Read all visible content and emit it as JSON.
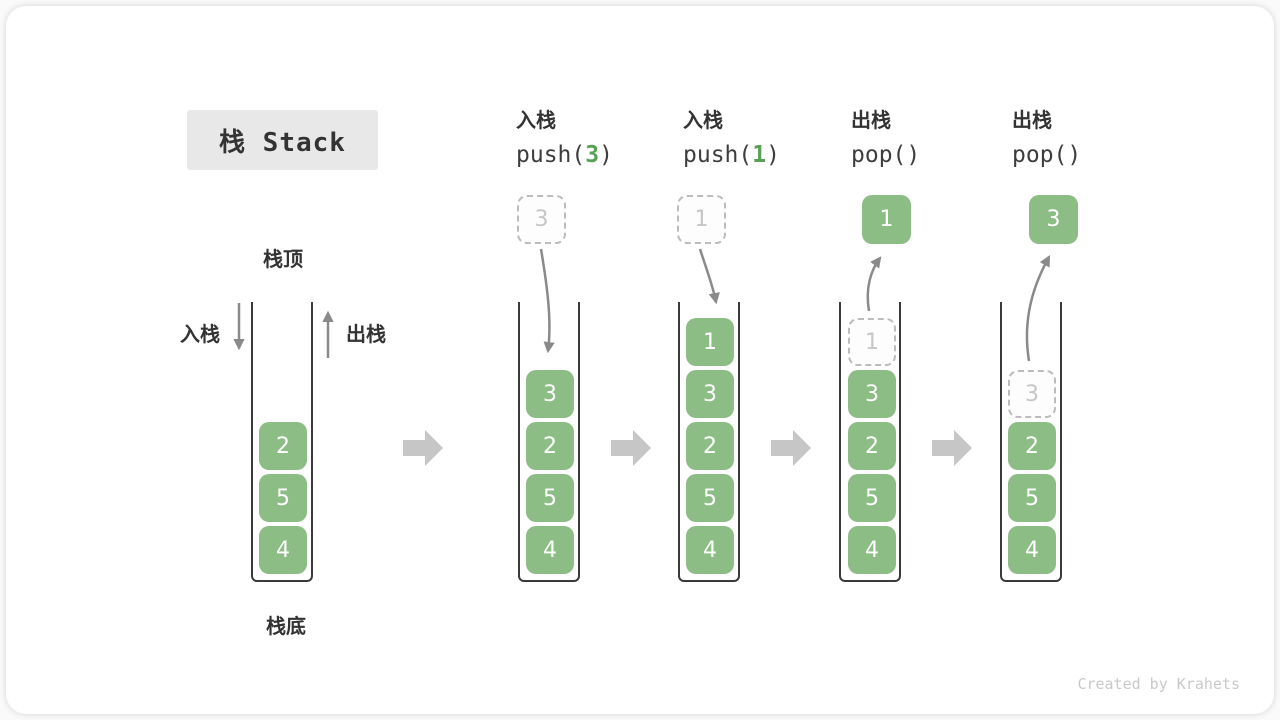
{
  "title": "栈 Stack",
  "watermark": "Created by Krahets",
  "labels": {
    "stack_top": "栈顶",
    "stack_bottom": "栈底",
    "push_side": "入栈",
    "pop_side": "出栈"
  },
  "operations": [
    {
      "name": "入栈",
      "code_prefix": "push(",
      "code_arg": "3",
      "code_suffix": ")"
    },
    {
      "name": "入栈",
      "code_prefix": "push(",
      "code_arg": "1",
      "code_suffix": ")"
    },
    {
      "name": "出栈",
      "code_prefix": "pop(",
      "code_arg": "",
      "code_suffix": ")"
    },
    {
      "name": "出栈",
      "code_prefix": "pop(",
      "code_arg": "",
      "code_suffix": ")"
    }
  ],
  "stacks": [
    {
      "cells": [
        {
          "value": "2"
        },
        {
          "value": "5"
        },
        {
          "value": "4"
        }
      ]
    },
    {
      "cells": [
        {
          "value": "3"
        },
        {
          "value": "2"
        },
        {
          "value": "5"
        },
        {
          "value": "4"
        }
      ]
    },
    {
      "cells": [
        {
          "value": "1"
        },
        {
          "value": "3"
        },
        {
          "value": "2"
        },
        {
          "value": "5"
        },
        {
          "value": "4"
        }
      ]
    },
    {
      "cells": [
        {
          "value": "1",
          "ghost": true
        },
        {
          "value": "3"
        },
        {
          "value": "2"
        },
        {
          "value": "5"
        },
        {
          "value": "4"
        }
      ]
    },
    {
      "cells": [
        {
          "value": "3",
          "ghost": true
        },
        {
          "value": "2"
        },
        {
          "value": "5"
        },
        {
          "value": "4"
        }
      ]
    }
  ],
  "floating": [
    {
      "value": "3",
      "style": "ghost"
    },
    {
      "value": "1",
      "style": "ghost"
    },
    {
      "value": "1",
      "style": "solid"
    },
    {
      "value": "3",
      "style": "solid"
    }
  ],
  "colors": {
    "cell_green": "#8cbd85",
    "arg_green": "#57a157",
    "ghost_gray": "#bcbcbc",
    "arrow_gray": "#8a8a8a",
    "block_arrow_gray": "#c6c6c6",
    "title_bg": "#e8e8e8",
    "text_dark": "#333333",
    "wall_dark": "#3a3a3a",
    "watermark_gray": "#c9c9c9"
  }
}
